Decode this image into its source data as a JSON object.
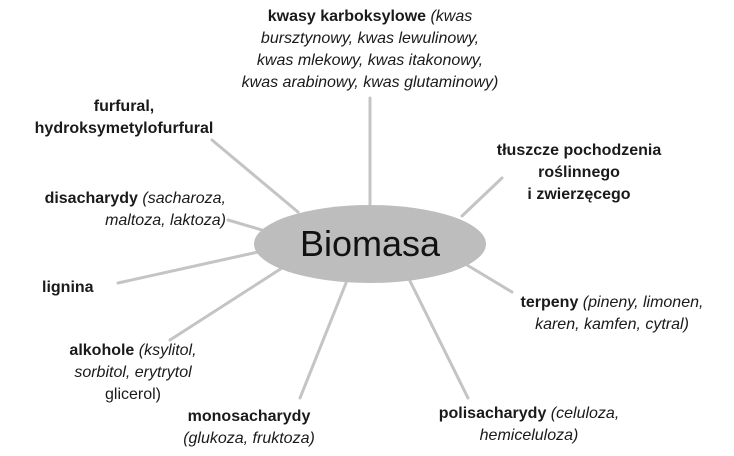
{
  "colors": {
    "hub_fill": "#bdbdbd",
    "spoke": "#c4c4c4",
    "text": "#1a1a1a"
  },
  "center": {
    "label": "Biomasa"
  },
  "nodes": {
    "kwasy": {
      "name": "kwasy karboksylowe",
      "detail_1": " (kwas",
      "line_2": "bursztynowy, kwas lewulinowy,",
      "line_3": "kwas mlekowy, kwas itakonowy,",
      "line_4": "kwas arabinowy, kwas glutaminowy)"
    },
    "furfural": {
      "line_1": "furfural,",
      "line_2": "hydroksymetylofurfural"
    },
    "tluszcze": {
      "line_1": "tłuszcze pochodzenia",
      "line_2": "roślinnego",
      "line_3": "i zwierzęcego"
    },
    "disacharydy": {
      "name": "disacharydy",
      "detail_1": " (sacharoza,",
      "line_2": "maltoza, laktoza)"
    },
    "lignina": {
      "name": "lignina"
    },
    "terpeny": {
      "name": "terpeny",
      "detail_1": " (pineny, limonen,",
      "line_2": "karen, kamfen, cytral)"
    },
    "alkohole": {
      "name": "alkohole",
      "detail_1": " (ksylitol,",
      "line_2": "sorbitol, erytrytol",
      "line_3": "glicerol)"
    },
    "monosacharydy": {
      "name": "monosacharydy",
      "line_2": "(glukoza, fruktoza)"
    },
    "polisacharydy": {
      "name": "polisacharydy",
      "detail_1": " (celuloza,",
      "line_2": "hemiceluloza)"
    }
  }
}
